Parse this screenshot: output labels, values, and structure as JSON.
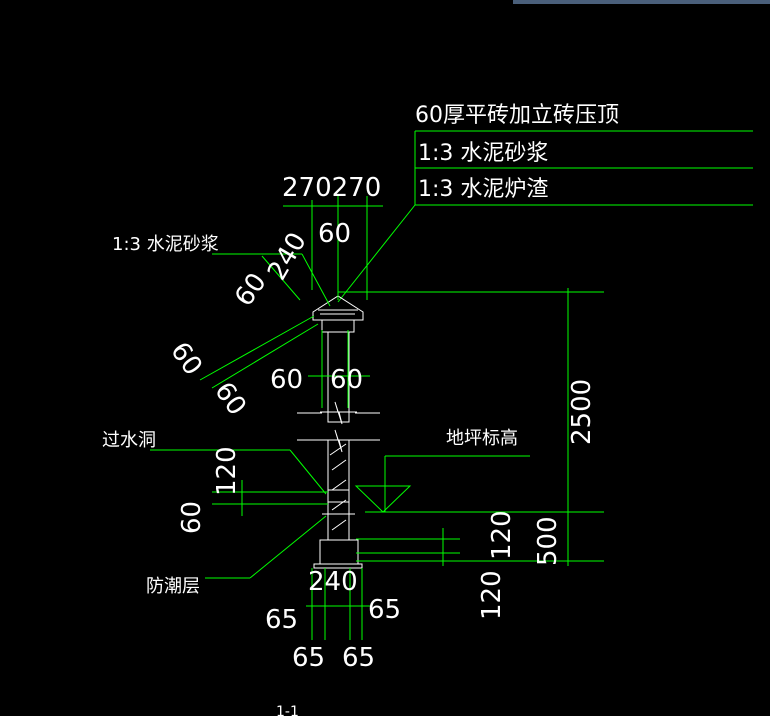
{
  "app": {
    "accent_color": "#4a5f7a"
  },
  "annotations": {
    "top_title": "60厚平砖加立砖压顶",
    "cement_mortar_right": "1:3 水泥砂浆",
    "cement_slag": "1:3 水泥炉渣",
    "cement_mortar_left": "1:3 水泥砂浆",
    "drain_hole": "过水洞",
    "damp_proof": "防潮层",
    "ground_level": "地坪标高"
  },
  "dimensions": {
    "top_270": "270270",
    "dim_240_top": "240",
    "dim_60_top": "60",
    "dim_60_left_a": "60",
    "dim_60_left_b": "60",
    "dim_60_left_c": "60",
    "dim_60_mid_left": "60",
    "dim_60_mid_right": "60",
    "dim_2500": "2500",
    "dim_500": "500",
    "dim_120_left": "120",
    "dim_60_left_low": "60",
    "dim_120_right_a": "120",
    "dim_120_right_b": "120",
    "dim_240_bottom": "240",
    "dim_65_a": "65",
    "dim_65_b": "65",
    "dim_65_c": "65",
    "dim_65_d": "65",
    "section_label": "1-1"
  },
  "colors": {
    "background": "#000000",
    "line": "#00ff00",
    "text": "#ffffff"
  }
}
